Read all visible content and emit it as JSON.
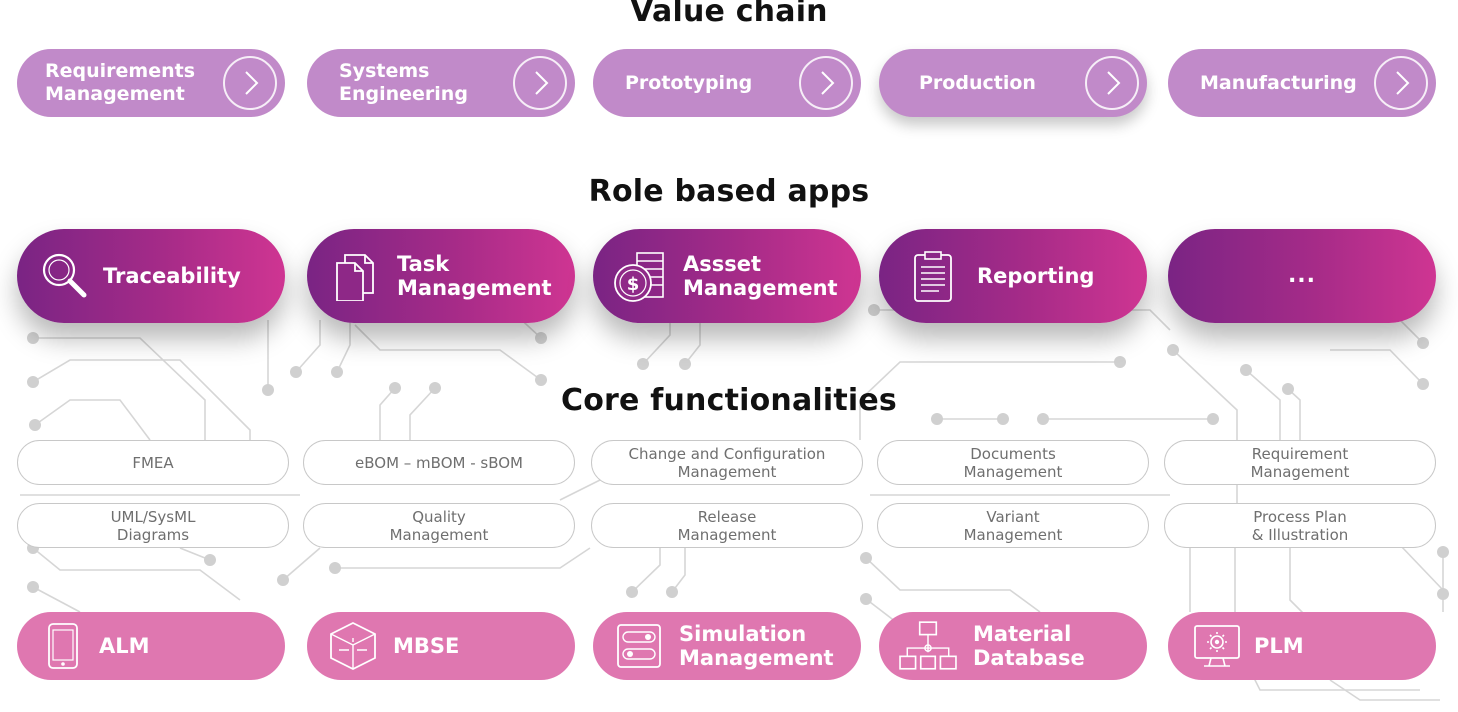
{
  "titles": {
    "value_chain": "Value chain",
    "role_based_apps": "Role based apps",
    "core_functionalities": "Core functionalities"
  },
  "value_chain": [
    {
      "label": "Requirements Management",
      "icon": "chevron-right-icon"
    },
    {
      "label": "Systems Engineering",
      "icon": "chevron-right-icon"
    },
    {
      "label": "Prototyping",
      "icon": "chevron-right-icon"
    },
    {
      "label": "Production",
      "icon": "chevron-right-icon"
    },
    {
      "label": "Manufacturing",
      "icon": "chevron-right-icon"
    }
  ],
  "role_apps": [
    {
      "label": "Traceability",
      "icon": "magnifier-icon"
    },
    {
      "label": "Task Management",
      "icon": "documents-icon"
    },
    {
      "label": "Assset Management",
      "icon": "coins-icon"
    },
    {
      "label": "Reporting",
      "icon": "clipboard-icon"
    },
    {
      "label": "...",
      "icon": ""
    }
  ],
  "core_functionalities": [
    [
      "FMEA",
      "eBOM – mBOM - sBOM",
      "Change and Configuration Management",
      "Documents Management",
      "Requirement Management"
    ],
    [
      "UML/SysML Diagrams",
      "Quality Management",
      "Release Management",
      "Variant Management",
      "Process Plan & Illustration"
    ]
  ],
  "core_modules": [
    {
      "label": "ALM",
      "icon": "mobile-device-icon"
    },
    {
      "label": "MBSE",
      "icon": "cube-model-icon"
    },
    {
      "label": "Simulation Management",
      "icon": "toggles-icon"
    },
    {
      "label": "Material Database",
      "icon": "hierarchy-icon"
    },
    {
      "label": "PLM",
      "icon": "monitor-gear-icon"
    }
  ],
  "colors": {
    "value_chain_pill": "#c18ac9",
    "role_gradient_start": "#7a2484",
    "role_gradient_end": "#cf3592",
    "core_module_pill": "#df77b0",
    "circuit_lines": "#d4d4d4"
  }
}
